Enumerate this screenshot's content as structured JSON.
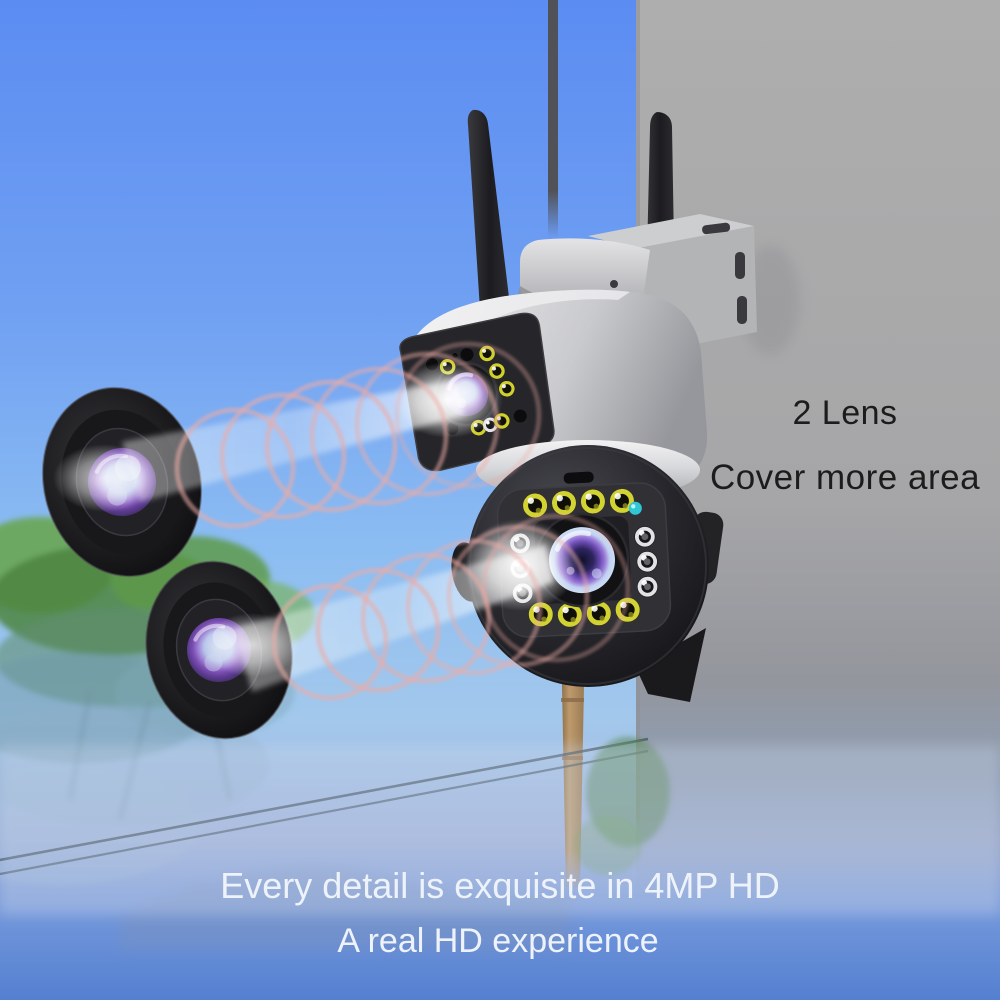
{
  "captions": {
    "lens_feature": {
      "line1": "2 Lens",
      "line2": "Cover more area"
    },
    "bottom": {
      "line1": "Every detail is exquisite in 4MP HD",
      "line2": "A real HD experience"
    }
  },
  "scene": {
    "subject": "dual-lens outdoor PTZ security camera mounted on a wall corner",
    "floating_lenses": 2,
    "antennas": 2,
    "ptz_face_leds": {
      "yellow_top_row": 4,
      "yellow_bottom_row": 4,
      "white_left_column": 3,
      "white_right_column": 3,
      "status_dot": 1
    }
  },
  "colors": {
    "sky_top": "#5b8cf2",
    "sky_mid": "#8cbdf2",
    "sky_bottom": "#5580d0",
    "wall_gray": "#ababab",
    "ring_pink": "#edaba6",
    "led_yellow": "#d2d232",
    "led_white": "#e2e2e4",
    "status_cyan": "#2fc6d6",
    "lens_purple": "#7a4fb8",
    "pole_tan": "#b28f63",
    "tree_green": "#5d9a4a",
    "camera_silver": "#d9dadd",
    "camera_dark": "#1b1b1f",
    "caption_dark": "#1c1c1c",
    "caption_light": "#eef3fb"
  }
}
